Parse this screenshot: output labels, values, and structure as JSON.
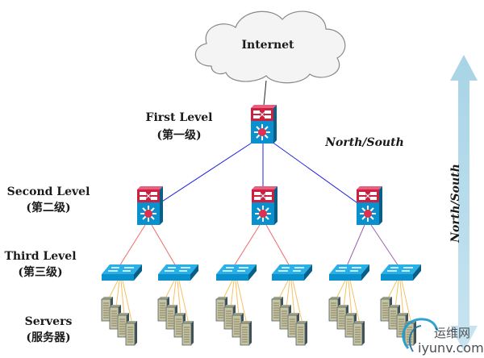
{
  "diagram": {
    "internet_label": "Internet",
    "levels": [
      {
        "name": "First Level",
        "cn": "(第一级)"
      },
      {
        "name": "Second Level",
        "cn": "(第二级)"
      },
      {
        "name": "Third Level",
        "cn": "(第三级)"
      },
      {
        "name": "Servers",
        "cn": "(服务器)"
      }
    ],
    "traffic_label": "North/South",
    "arrow_label": "North/South",
    "colors": {
      "core_links": "#2020e0",
      "agg_links_left": "#f06a6a",
      "agg_links_right": "#a060b0",
      "server_links": "#f8c060",
      "switch_blue": "#0a90cc",
      "switch_red": "#cc2040",
      "arrow": "#a8d4e6"
    }
  },
  "watermark": {
    "cn": "运维网",
    "domain": "iyunv.com"
  }
}
